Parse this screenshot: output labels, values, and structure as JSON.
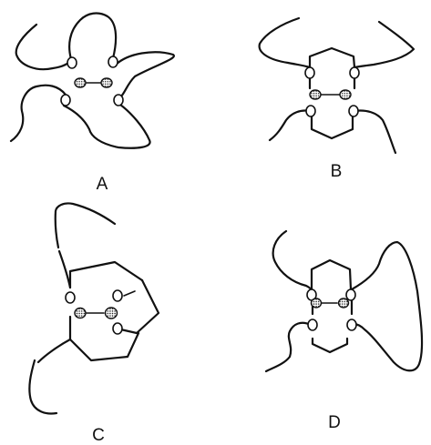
{
  "panels": [
    {
      "label": "A"
    },
    {
      "label": "B"
    },
    {
      "label": "C"
    },
    {
      "label": "D"
    }
  ],
  "colors": {
    "ink": "#111111",
    "background": "#ffffff"
  }
}
